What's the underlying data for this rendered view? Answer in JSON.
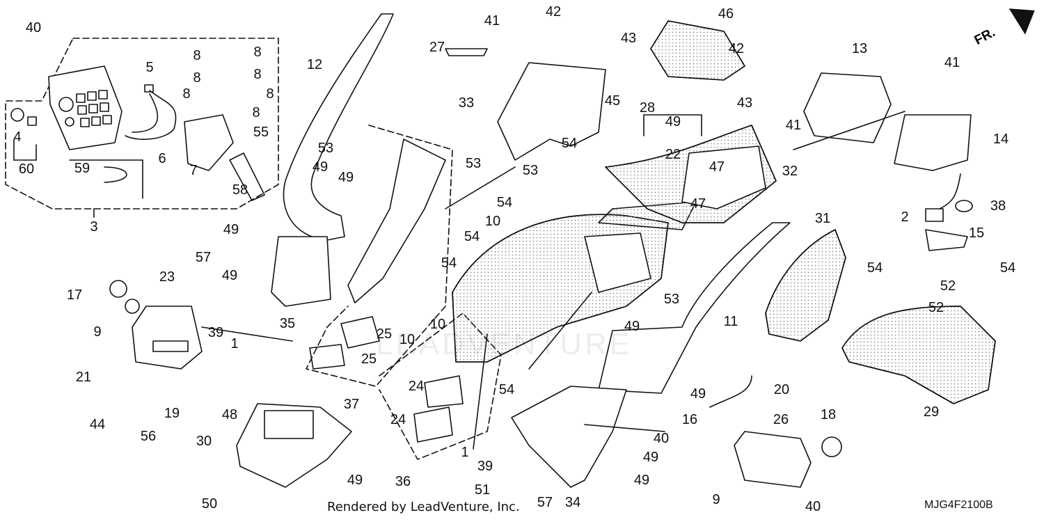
{
  "diagram": {
    "code": "MJG4F2100B",
    "footer": "Rendered by LeadVenture, Inc.",
    "direction": "FR.",
    "watermark": "LEADVENTURE",
    "colors": {
      "line": "#111111",
      "dots": "#9a9a9a"
    },
    "callouts": {
      "c1": "1",
      "c1b": "1",
      "c2": "2",
      "c3": "3",
      "c4": "4",
      "c5": "5",
      "c6": "6",
      "c7": "7",
      "c8a": "8",
      "c8b": "8",
      "c8c": "8",
      "c8d": "8",
      "c8e": "8",
      "c8f": "8",
      "c8g": "8",
      "c9": "9",
      "c9b": "9",
      "c10a": "10",
      "c10b": "10",
      "c10c": "10",
      "c11": "11",
      "c12": "12",
      "c13": "13",
      "c14": "14",
      "c15": "15",
      "c16": "16",
      "c17": "17",
      "c18": "18",
      "c19": "19",
      "c20": "20",
      "c21": "21",
      "c22": "22",
      "c23": "23",
      "c24a": "24",
      "c24b": "24",
      "c25a": "25",
      "c25b": "25",
      "c26": "26",
      "c27": "27",
      "c28": "28",
      "c29": "29",
      "c30": "30",
      "c31": "31",
      "c32": "32",
      "c33": "33",
      "c34": "34",
      "c35": "35",
      "c36": "36",
      "c37": "37",
      "c38": "38",
      "c39a": "39",
      "c39b": "39",
      "c40a": "40",
      "c40b": "40",
      "c40c": "40",
      "c41a": "41",
      "c41b": "41",
      "c41c": "41",
      "c42a": "42",
      "c42b": "42",
      "c43a": "43",
      "c43b": "43",
      "c44": "44",
      "c45": "45",
      "c46": "46",
      "c47a": "47",
      "c47b": "47",
      "c48": "48",
      "c49a": "49",
      "c49b": "49",
      "c49c": "49",
      "c49d": "49",
      "c49e": "49",
      "c49f": "49",
      "c49g": "49",
      "c49h": "49",
      "c49i": "49",
      "c49j": "49",
      "c50": "50",
      "c51": "51",
      "c52a": "52",
      "c52b": "52",
      "c53a": "53",
      "c53b": "53",
      "c53c": "53",
      "c53d": "53",
      "c54a": "54",
      "c54b": "54",
      "c54c": "54",
      "c54d": "54",
      "c54e": "54",
      "c54f": "54",
      "c54g": "54",
      "c55": "55",
      "c56": "56",
      "c57a": "57",
      "c57b": "57",
      "c58": "58",
      "c59": "59",
      "c60": "60"
    }
  }
}
